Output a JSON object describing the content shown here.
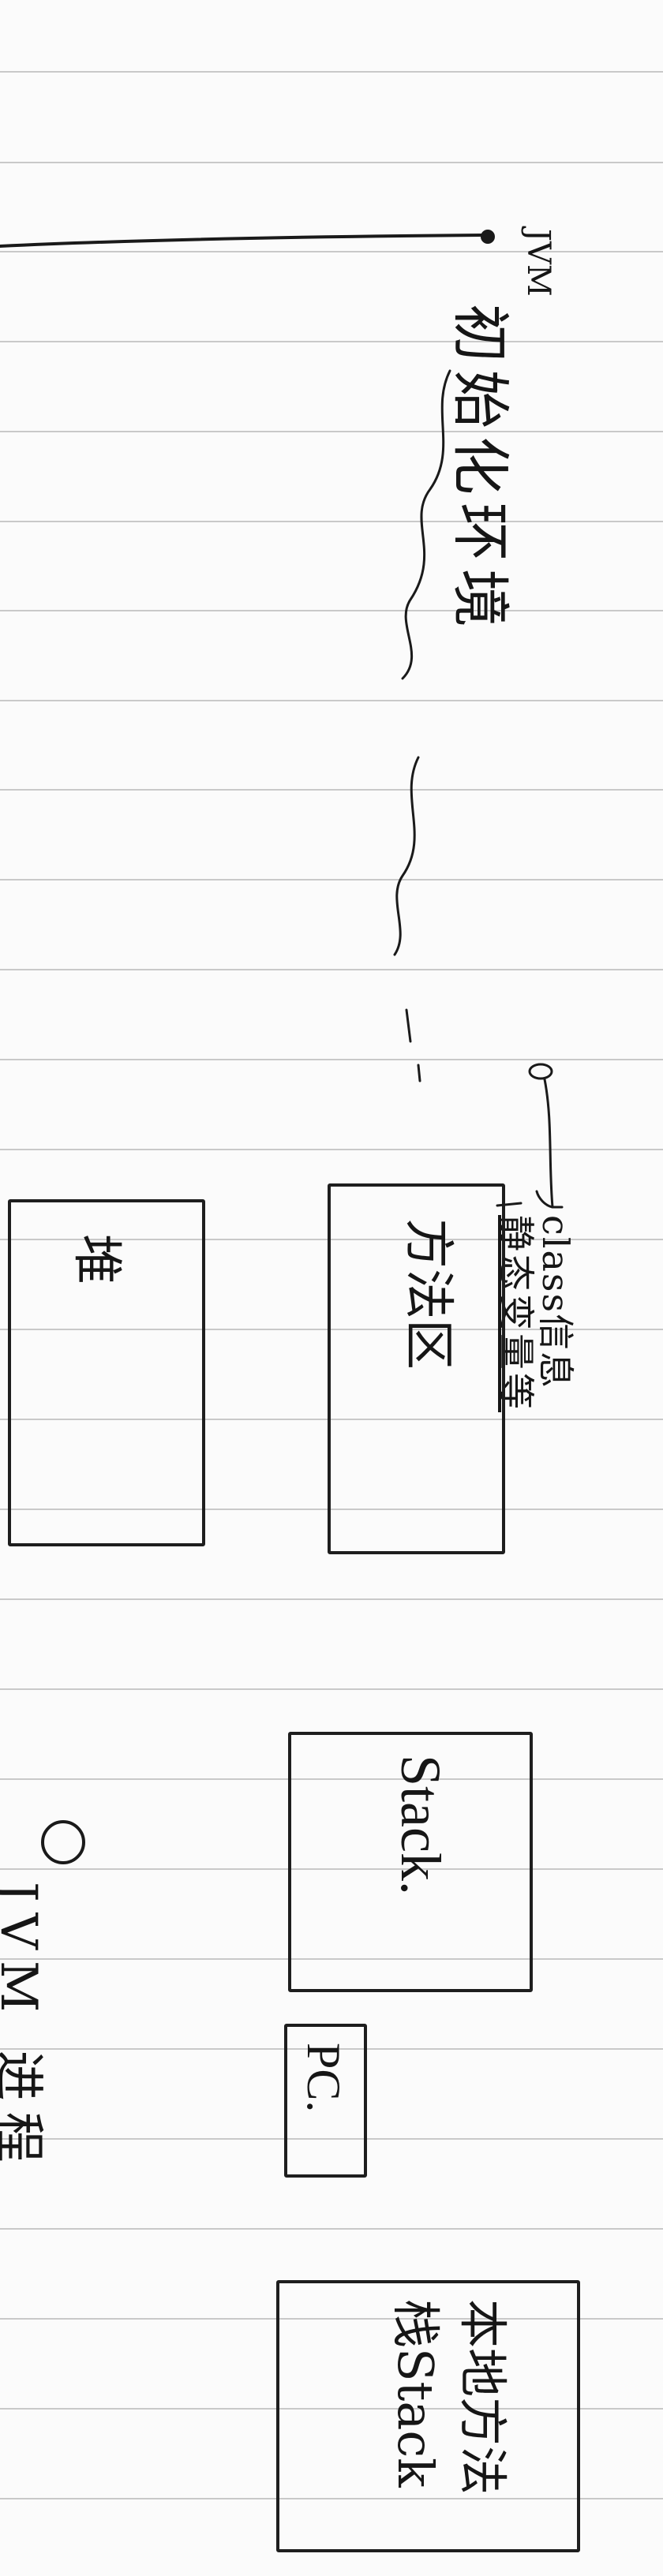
{
  "notes": {
    "jvm_label": "JVM",
    "init_text": "初始化环境",
    "class_info": "class信息",
    "static_info": "静态变量等",
    "method_area": "方法区",
    "heap": "堆",
    "stack": "Stack.",
    "pc": "PC.",
    "native_stack": "本地方法栈Stack",
    "jvm_process": "JVM 进程"
  },
  "colors": {
    "ink": "#161616",
    "rule": "#c9c9c9",
    "paper": "#fbfbfb"
  }
}
